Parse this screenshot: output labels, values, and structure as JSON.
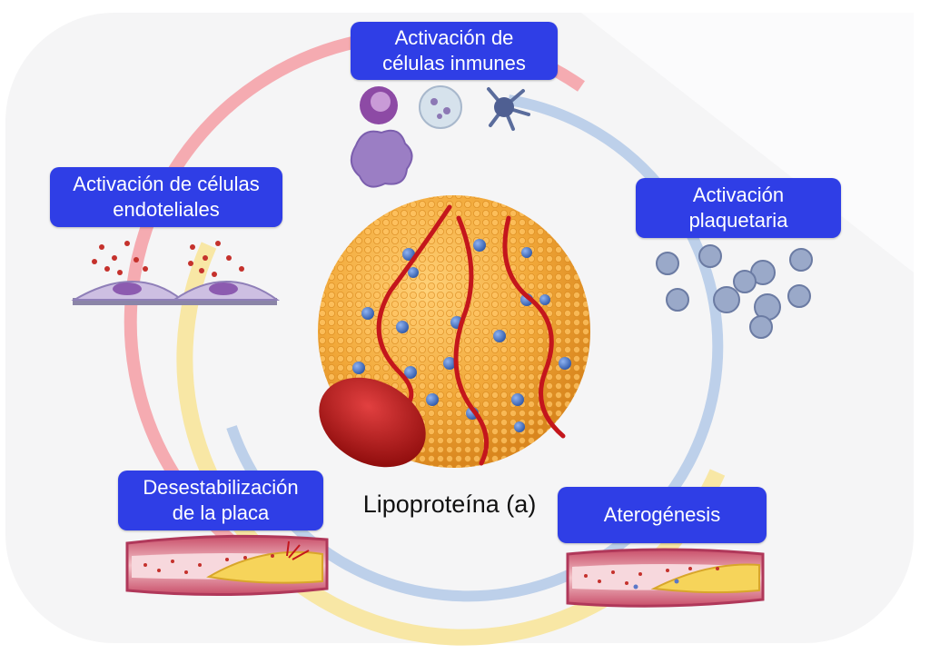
{
  "labels": {
    "immune": [
      "Activación de",
      "células inmunes"
    ],
    "endothelial": [
      "Activación de células",
      "endoteliales"
    ],
    "platelet": [
      "Activación",
      "plaquetaria"
    ],
    "plaque": [
      "Desestabilización",
      "de la placa"
    ],
    "atherogenesis": [
      "Aterogénesis"
    ]
  },
  "center_label": "Lipoproteína (a)",
  "colors": {
    "label_bg": "#2f3ee6",
    "ring_red": "#f4a6ad",
    "ring_blue": "#b9cde8",
    "ring_yellow": "#f7e49b",
    "particle": "#f2a93a",
    "apo_chain": "#c4161c",
    "apo_disc": "#b31414"
  }
}
